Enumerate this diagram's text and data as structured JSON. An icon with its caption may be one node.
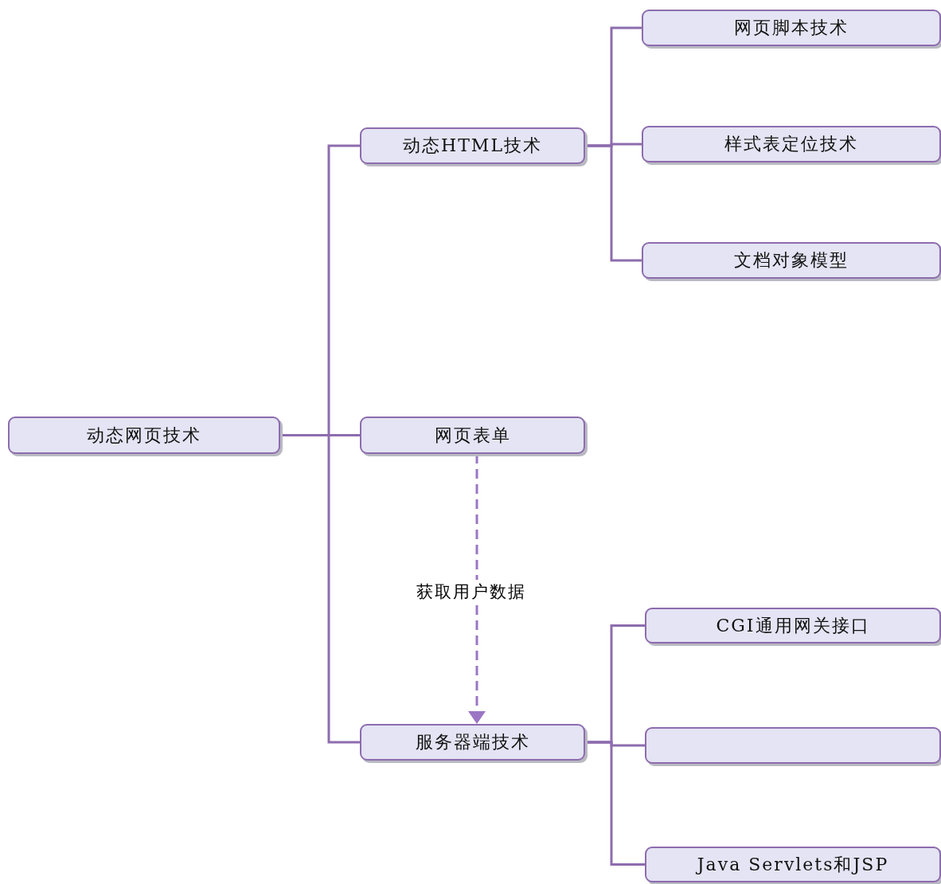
{
  "diagram": {
    "nodes": [
      {
        "text": [
          "动态网页技术"
        ]
      },
      {
        "text": [
          "动态HTML技术"
        ]
      },
      {
        "text": [
          "网页脚本技术"
        ]
      },
      {
        "text": [
          "样式表定位技术"
        ]
      },
      {
        "text": [
          "文档对象模型"
        ]
      },
      {
        "text": [
          "网页表单"
        ]
      },
      {
        "text": [
          "服务器端技术"
        ]
      },
      {
        "text": [
          "CGI通用网关接口"
        ]
      },
      {
        "text": [],
        "shape": "box"
      },
      {
        "text": [
          "Java Servlets和JSP"
        ]
      }
    ],
    "edges": [
      {
        "from": 0,
        "to": 1,
        "arrow": "none"
      },
      {
        "from": 0,
        "to": 5,
        "arrow": "none"
      },
      {
        "from": 0,
        "to": 6,
        "arrow": "none"
      },
      {
        "from": 1,
        "to": 2,
        "arrow": "none"
      },
      {
        "from": 1,
        "to": 3,
        "arrow": "none"
      },
      {
        "from": 1,
        "to": 4,
        "arrow": "none"
      },
      {
        "from": 5,
        "to": 6,
        "arrow": "to",
        "style": "dashed",
        "label": "获取用户数据"
      },
      {
        "from": 6,
        "to": 7,
        "arrow": "none"
      },
      {
        "from": 6,
        "to": 8,
        "arrow": "none"
      },
      {
        "from": 6,
        "to": 9,
        "arrow": "none"
      }
    ]
  }
}
